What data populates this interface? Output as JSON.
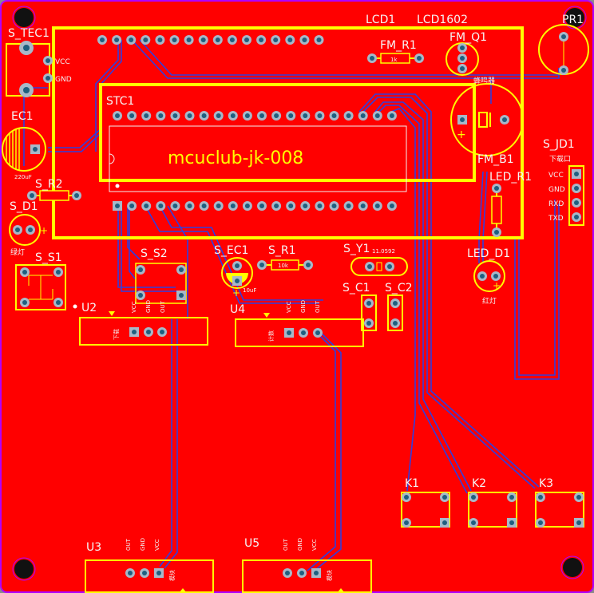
{
  "board": {
    "colors": {
      "copper": "#ff0000",
      "silk": "#ffff00",
      "trace": "#2e3fe0",
      "pad": "#a8b8c8",
      "hole": "#1f5f7f",
      "outline": "#b000ff"
    },
    "title_text": "mcuclub-jk-008"
  },
  "labels": {
    "s_tec1": "S_TEC1",
    "vcc": "VCC",
    "gnd": "GND",
    "lcd1": "LCD1",
    "lcd1602": "LCD1602",
    "pr1": "PR1",
    "fm_r1": "FM_R1",
    "fm_r1_val": "1k",
    "fm_q1": "FM_Q1",
    "buzzer": "蜂鸣器",
    "stc1": "STC1",
    "ec1": "EC1",
    "ec1_val": "220uF",
    "s_r2": "S_R2",
    "s_d1": "S_D1",
    "green_led": "绿灯",
    "s_s1": "S_S1",
    "s_s2": "S_S2",
    "u2": "U2",
    "u2_vcc": "VCC",
    "u2_gnd": "GND",
    "u2_out": "OUT",
    "u2_name": "下载",
    "u4": "U4",
    "u4_vcc": "VCC",
    "u4_gnd": "GND",
    "u4_out": "OUT",
    "u4_name": "计数",
    "s_ec1": "S_EC1",
    "s_ec1_val": "10uF",
    "s_r1": "S_R1",
    "s_r1_val": "10k",
    "s_y1": "S_Y1",
    "s_y1_val": "11.0592",
    "s_c1": "S_C1",
    "s_c2": "S_C2",
    "fm_b1": "FM_B1",
    "s_jd1": "S_JD1",
    "dl_port": "下载口",
    "jd_vcc": "VCC",
    "jd_gnd": "GND",
    "jd_rxd": "RXD",
    "jd_txd": "TXD",
    "led_r1": "LED_R1",
    "led_d1": "LED_D1",
    "red_led": "红灯",
    "k1": "K1",
    "k2": "K2",
    "k3": "K3",
    "u3": "U3",
    "u3_out": "OUT",
    "u3_gnd": "GND",
    "u3_vcc": "VCC",
    "u3_name": "模块",
    "u5": "U5",
    "u5_out": "OUT",
    "u5_gnd": "GND",
    "u5_vcc": "VCC",
    "u5_name": "模块"
  }
}
